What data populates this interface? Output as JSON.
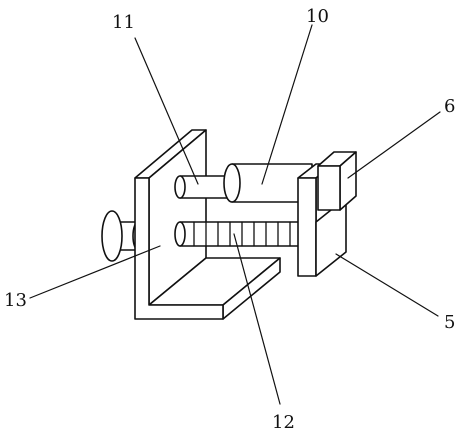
{
  "diagram": {
    "labels": {
      "l11": "11",
      "l10": "10",
      "l6": "6",
      "l13": "13",
      "l5": "5",
      "l12": "12"
    }
  }
}
